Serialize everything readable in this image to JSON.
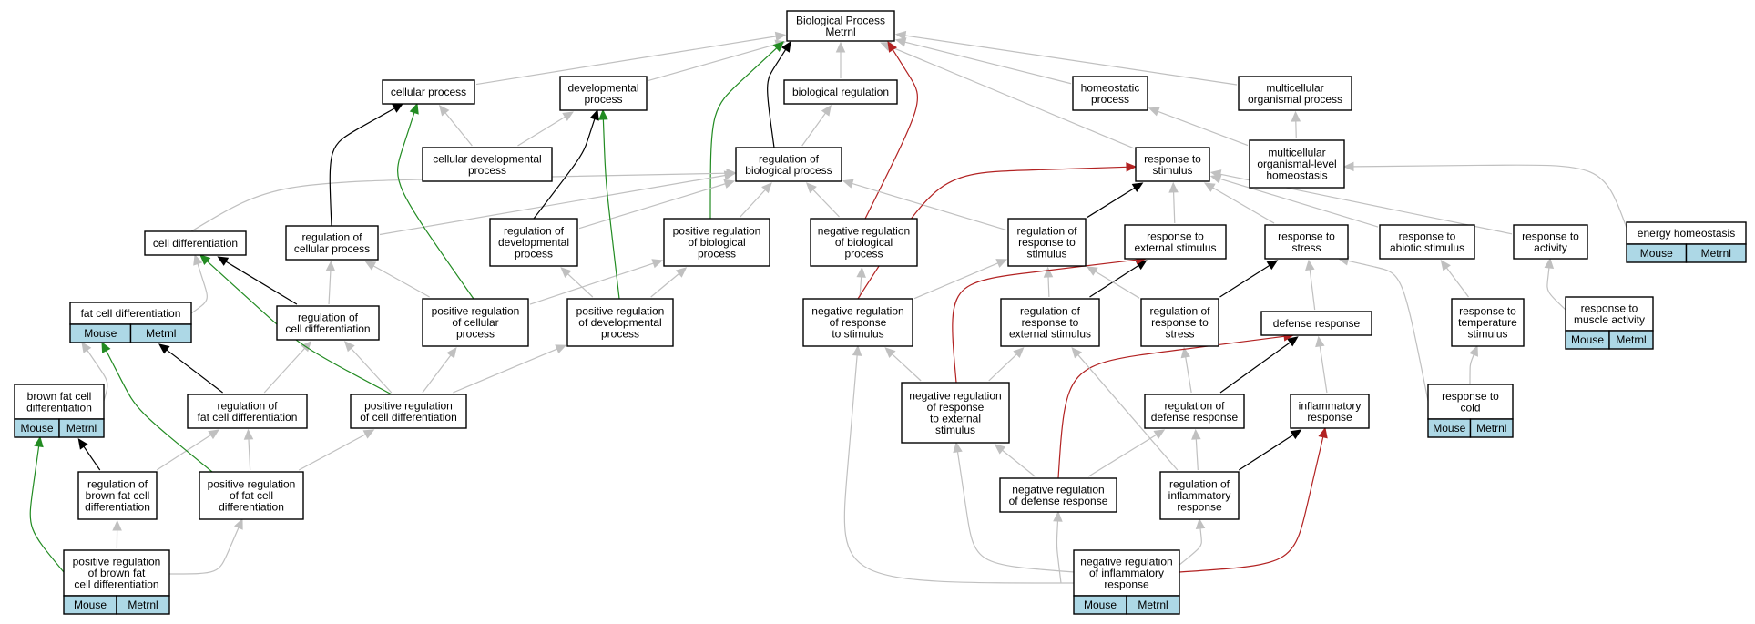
{
  "colors": {
    "is_a": "#c0c0c0",
    "part_of": "#000000",
    "positively_regulates": "#228b22",
    "negatively_regulates": "#b22222",
    "annotation": "#add8e6"
  },
  "nodes": [
    {
      "id": "bp",
      "lines": [
        "Biological Process",
        "Metrnl"
      ]
    },
    {
      "id": "cp",
      "lines": [
        "cellular process"
      ]
    },
    {
      "id": "dp",
      "lines": [
        "developmental",
        "process"
      ]
    },
    {
      "id": "br",
      "lines": [
        "biological regulation"
      ]
    },
    {
      "id": "hp",
      "lines": [
        "homeostatic",
        "process"
      ]
    },
    {
      "id": "mop",
      "lines": [
        "multicellular",
        "organismal process"
      ]
    },
    {
      "id": "cdp",
      "lines": [
        "cellular developmental",
        "process"
      ]
    },
    {
      "id": "rbp",
      "lines": [
        "regulation of",
        "biological process"
      ]
    },
    {
      "id": "rts",
      "lines": [
        "response to",
        "stimulus"
      ]
    },
    {
      "id": "mlh",
      "lines": [
        "multicellular",
        "organismal-level",
        "homeostasis"
      ]
    },
    {
      "id": "cd",
      "lines": [
        "cell differentiation"
      ]
    },
    {
      "id": "rcp",
      "lines": [
        "regulation of",
        "cellular process"
      ]
    },
    {
      "id": "rdp",
      "lines": [
        "regulation of",
        "developmental",
        "process"
      ]
    },
    {
      "id": "prbp",
      "lines": [
        "positive regulation",
        "of biological",
        "process"
      ]
    },
    {
      "id": "nrbp",
      "lines": [
        "negative regulation",
        "of biological",
        "process"
      ]
    },
    {
      "id": "rrs",
      "lines": [
        "regulation of",
        "response to",
        "stimulus"
      ]
    },
    {
      "id": "res",
      "lines": [
        "response to",
        "external stimulus"
      ]
    },
    {
      "id": "rst",
      "lines": [
        "response to",
        "stress"
      ]
    },
    {
      "id": "ras",
      "lines": [
        "response to",
        "abiotic stimulus"
      ]
    },
    {
      "id": "ra",
      "lines": [
        "response to",
        "activity"
      ]
    },
    {
      "id": "eh",
      "lines": [
        "energy homeostasis"
      ],
      "tags": [
        "Mouse",
        "Metrnl"
      ]
    },
    {
      "id": "fcd",
      "lines": [
        "fat cell differentiation"
      ],
      "tags": [
        "Mouse",
        "Metrnl"
      ]
    },
    {
      "id": "rcd",
      "lines": [
        "regulation of",
        "cell differentiation"
      ]
    },
    {
      "id": "prcp",
      "lines": [
        "positive regulation",
        "of cellular",
        "process"
      ]
    },
    {
      "id": "prdp",
      "lines": [
        "positive regulation",
        "of developmental",
        "process"
      ]
    },
    {
      "id": "nrrs",
      "lines": [
        "negative regulation",
        "of response",
        "to stimulus"
      ]
    },
    {
      "id": "rres",
      "lines": [
        "regulation of",
        "response to",
        "external stimulus"
      ]
    },
    {
      "id": "rrst",
      "lines": [
        "regulation of",
        "response to",
        "stress"
      ]
    },
    {
      "id": "dr",
      "lines": [
        "defense response"
      ]
    },
    {
      "id": "rtt",
      "lines": [
        "response to",
        "temperature",
        "stimulus"
      ]
    },
    {
      "id": "rma",
      "lines": [
        "response to",
        "muscle activity"
      ],
      "tags": [
        "Mouse",
        "Metrnl"
      ]
    },
    {
      "id": "bfcd",
      "lines": [
        "brown fat cell",
        "differentiation"
      ],
      "tags": [
        "Mouse",
        "Metrnl"
      ]
    },
    {
      "id": "rfcd",
      "lines": [
        "regulation of",
        "fat cell differentiation"
      ]
    },
    {
      "id": "prcd",
      "lines": [
        "positive regulation",
        "of cell differentiation"
      ]
    },
    {
      "id": "nrres",
      "lines": [
        "negative regulation",
        "of response",
        "to external",
        "stimulus"
      ]
    },
    {
      "id": "rdr",
      "lines": [
        "regulation of",
        "defense response"
      ]
    },
    {
      "id": "ir",
      "lines": [
        "inflammatory",
        "response"
      ]
    },
    {
      "id": "rc",
      "lines": [
        "response to",
        "cold"
      ],
      "tags": [
        "Mouse",
        "Metrnl"
      ]
    },
    {
      "id": "rbfcd",
      "lines": [
        "regulation of",
        "brown fat cell",
        "differentiation"
      ]
    },
    {
      "id": "prfcd",
      "lines": [
        "positive regulation",
        "of fat cell",
        "differentiation"
      ]
    },
    {
      "id": "nrdr",
      "lines": [
        "negative regulation",
        "of defense response"
      ]
    },
    {
      "id": "rir",
      "lines": [
        "regulation of",
        "inflammatory",
        "response"
      ]
    },
    {
      "id": "prbfcd",
      "lines": [
        "positive regulation",
        "of brown fat",
        "cell differentiation"
      ],
      "tags": [
        "Mouse",
        "Metrnl"
      ]
    },
    {
      "id": "nrir",
      "lines": [
        "negative regulation",
        "of inflammatory",
        "response"
      ],
      "tags": [
        "Mouse",
        "Metrnl"
      ]
    }
  ],
  "edges": [
    {
      "from": "cp",
      "to": "bp",
      "type": "is_a"
    },
    {
      "from": "dp",
      "to": "bp",
      "type": "is_a"
    },
    {
      "from": "br",
      "to": "bp",
      "type": "is_a"
    },
    {
      "from": "hp",
      "to": "bp",
      "type": "is_a"
    },
    {
      "from": "mop",
      "to": "bp",
      "type": "is_a"
    },
    {
      "from": "rts",
      "to": "bp",
      "type": "is_a"
    },
    {
      "from": "cdp",
      "to": "cp",
      "type": "is_a"
    },
    {
      "from": "cdp",
      "to": "dp",
      "type": "is_a"
    },
    {
      "from": "rbp",
      "to": "br",
      "type": "is_a"
    },
    {
      "from": "rbp",
      "to": "bp",
      "type": "part_of"
    },
    {
      "from": "prbp",
      "to": "bp",
      "type": "positively_regulates"
    },
    {
      "from": "nrbp",
      "to": "bp",
      "type": "negatively_regulates"
    },
    {
      "from": "mlh",
      "to": "hp",
      "type": "is_a"
    },
    {
      "from": "mlh",
      "to": "mop",
      "type": "is_a"
    },
    {
      "from": "eh",
      "to": "mlh",
      "type": "is_a"
    },
    {
      "from": "cd",
      "to": "rbp",
      "type": "is_a"
    },
    {
      "from": "rcp",
      "to": "rbp",
      "type": "is_a"
    },
    {
      "from": "rcp",
      "to": "cp",
      "type": "part_of"
    },
    {
      "from": "rdp",
      "to": "rbp",
      "type": "is_a"
    },
    {
      "from": "rdp",
      "to": "dp",
      "type": "part_of"
    },
    {
      "from": "prbp",
      "to": "rbp",
      "type": "is_a"
    },
    {
      "from": "nrbp",
      "to": "rbp",
      "type": "is_a"
    },
    {
      "from": "rrs",
      "to": "rbp",
      "type": "is_a"
    },
    {
      "from": "rrs",
      "to": "rts",
      "type": "part_of"
    },
    {
      "from": "res",
      "to": "rts",
      "type": "is_a"
    },
    {
      "from": "rst",
      "to": "rts",
      "type": "is_a"
    },
    {
      "from": "ras",
      "to": "rts",
      "type": "is_a"
    },
    {
      "from": "ra",
      "to": "rts",
      "type": "is_a"
    },
    {
      "from": "fcd",
      "to": "cd",
      "type": "is_a"
    },
    {
      "from": "rcd",
      "to": "rcp",
      "type": "is_a"
    },
    {
      "from": "rcd",
      "to": "cd",
      "type": "part_of"
    },
    {
      "from": "prcp",
      "to": "rcp",
      "type": "is_a"
    },
    {
      "from": "prcp",
      "to": "prbp",
      "type": "is_a"
    },
    {
      "from": "prcp",
      "to": "cp",
      "type": "positively_regulates"
    },
    {
      "from": "prdp",
      "to": "rdp",
      "type": "is_a"
    },
    {
      "from": "prdp",
      "to": "prbp",
      "type": "is_a"
    },
    {
      "from": "prdp",
      "to": "dp",
      "type": "positively_regulates"
    },
    {
      "from": "nrrs",
      "to": "nrbp",
      "type": "is_a"
    },
    {
      "from": "nrrs",
      "to": "rrs",
      "type": "is_a"
    },
    {
      "from": "nrrs",
      "to": "rts",
      "type": "negatively_regulates"
    },
    {
      "from": "rres",
      "to": "rrs",
      "type": "is_a"
    },
    {
      "from": "rres",
      "to": "res",
      "type": "part_of"
    },
    {
      "from": "rrst",
      "to": "rrs",
      "type": "is_a"
    },
    {
      "from": "rrst",
      "to": "rst",
      "type": "part_of"
    },
    {
      "from": "dr",
      "to": "rst",
      "type": "is_a"
    },
    {
      "from": "rtt",
      "to": "ras",
      "type": "is_a"
    },
    {
      "from": "rma",
      "to": "ra",
      "type": "is_a"
    },
    {
      "from": "bfcd",
      "to": "fcd",
      "type": "is_a"
    },
    {
      "from": "rfcd",
      "to": "rcd",
      "type": "is_a"
    },
    {
      "from": "rfcd",
      "to": "fcd",
      "type": "part_of"
    },
    {
      "from": "prcd",
      "to": "rcd",
      "type": "is_a"
    },
    {
      "from": "prcd",
      "to": "prcp",
      "type": "is_a"
    },
    {
      "from": "prcd",
      "to": "prdp",
      "type": "is_a"
    },
    {
      "from": "prcd",
      "to": "cd",
      "type": "positively_regulates"
    },
    {
      "from": "nrres",
      "to": "nrrs",
      "type": "is_a"
    },
    {
      "from": "nrres",
      "to": "rres",
      "type": "is_a"
    },
    {
      "from": "nrres",
      "to": "res",
      "type": "negatively_regulates"
    },
    {
      "from": "rdr",
      "to": "rrst",
      "type": "is_a"
    },
    {
      "from": "rdr",
      "to": "dr",
      "type": "part_of"
    },
    {
      "from": "ir",
      "to": "dr",
      "type": "is_a"
    },
    {
      "from": "rc",
      "to": "rtt",
      "type": "is_a"
    },
    {
      "from": "rc",
      "to": "rst",
      "type": "is_a"
    },
    {
      "from": "rbfcd",
      "to": "rfcd",
      "type": "is_a"
    },
    {
      "from": "rbfcd",
      "to": "bfcd",
      "type": "part_of"
    },
    {
      "from": "prfcd",
      "to": "rfcd",
      "type": "is_a"
    },
    {
      "from": "prfcd",
      "to": "prcd",
      "type": "is_a"
    },
    {
      "from": "prfcd",
      "to": "fcd",
      "type": "positively_regulates"
    },
    {
      "from": "nrdr",
      "to": "rdr",
      "type": "is_a"
    },
    {
      "from": "nrdr",
      "to": "nrres",
      "type": "is_a"
    },
    {
      "from": "nrdr",
      "to": "dr",
      "type": "negatively_regulates"
    },
    {
      "from": "rir",
      "to": "rdr",
      "type": "is_a"
    },
    {
      "from": "rir",
      "to": "rres",
      "type": "is_a"
    },
    {
      "from": "rir",
      "to": "ir",
      "type": "part_of"
    },
    {
      "from": "prbfcd",
      "to": "rbfcd",
      "type": "is_a"
    },
    {
      "from": "prbfcd",
      "to": "prfcd",
      "type": "is_a"
    },
    {
      "from": "prbfcd",
      "to": "bfcd",
      "type": "positively_regulates"
    },
    {
      "from": "nrir",
      "to": "rir",
      "type": "is_a"
    },
    {
      "from": "nrir",
      "to": "nrdr",
      "type": "is_a"
    },
    {
      "from": "nrir",
      "to": "nrres",
      "type": "is_a"
    },
    {
      "from": "nrir",
      "to": "nrrs",
      "type": "is_a"
    },
    {
      "from": "nrir",
      "to": "ir",
      "type": "negatively_regulates"
    }
  ]
}
